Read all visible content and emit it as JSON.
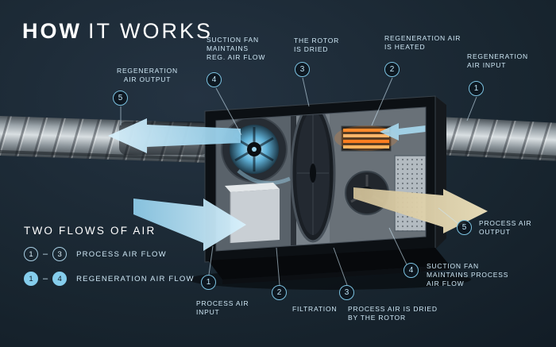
{
  "title": {
    "strong": "HOW",
    "light": "IT WORKS"
  },
  "callouts": {
    "regen_output": {
      "num": "5",
      "label": "REGENERATION\nAIR OUTPUT"
    },
    "suction_fan_reg": {
      "num": "4",
      "label": "SUCTION FAN\nMAINTAINS\nREG. AIR FLOW"
    },
    "rotor_dried": {
      "num": "3",
      "label": "THE ROTOR\nIS DRIED"
    },
    "regen_heated": {
      "num": "2",
      "label": "REGENERATION AIR\nIS HEATED"
    },
    "regen_input": {
      "num": "1",
      "label": "REGENERATION\nAIR INPUT"
    },
    "process_output": {
      "num": "5",
      "label": "PROCESS AIR\nOUTPUT"
    },
    "suction_fan_process": {
      "num": "4",
      "label": "SUCTION FAN\nMAINTAINS PROCESS\nAIR FLOW"
    },
    "process_input": {
      "num": "1",
      "label": "PROCESS AIR\nINPUT"
    },
    "filtration": {
      "num": "2",
      "label": "FILTRATION"
    },
    "process_dried": {
      "num": "3",
      "label": "PROCESS AIR IS DRIED\nBY THE ROTOR"
    }
  },
  "legend": {
    "heading": "TWO FLOWS OF AIR",
    "rows": [
      {
        "from": "1",
        "dash": "–",
        "to": "3",
        "label": "PROCESS AIR FLOW"
      },
      {
        "from": "1",
        "dash": "–",
        "to": "4",
        "label": "REGENERATION AIR FLOW"
      }
    ]
  },
  "colors": {
    "background": "#17242f",
    "accent_blue": "#9fd8ef",
    "circle_border": "#7cc3e2",
    "heater_orange": "#ff8b2f",
    "process_air_tan": "#e9dcb4",
    "title_white": "#ffffff"
  }
}
